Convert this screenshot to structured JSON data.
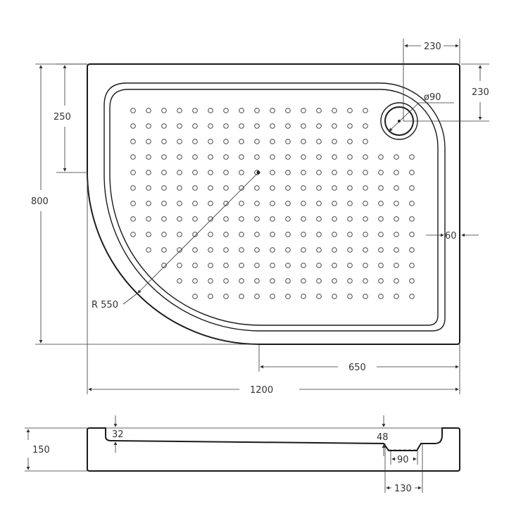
{
  "top_view": {
    "dim_drain_offset_x": "230",
    "dim_drain_offset_y": "230",
    "dim_drain_diameter": "ø90",
    "dim_straight_side": "250",
    "dim_depth": "800",
    "dim_rim": "60",
    "dim_radius": "R 550",
    "dim_straight_bottom": "650",
    "dim_length": "1200"
  },
  "side_view": {
    "dim_height": "150",
    "dim_floor_left": "32",
    "dim_floor_right": "48",
    "dim_drain_inner": "90",
    "dim_drain_outer": "130"
  }
}
